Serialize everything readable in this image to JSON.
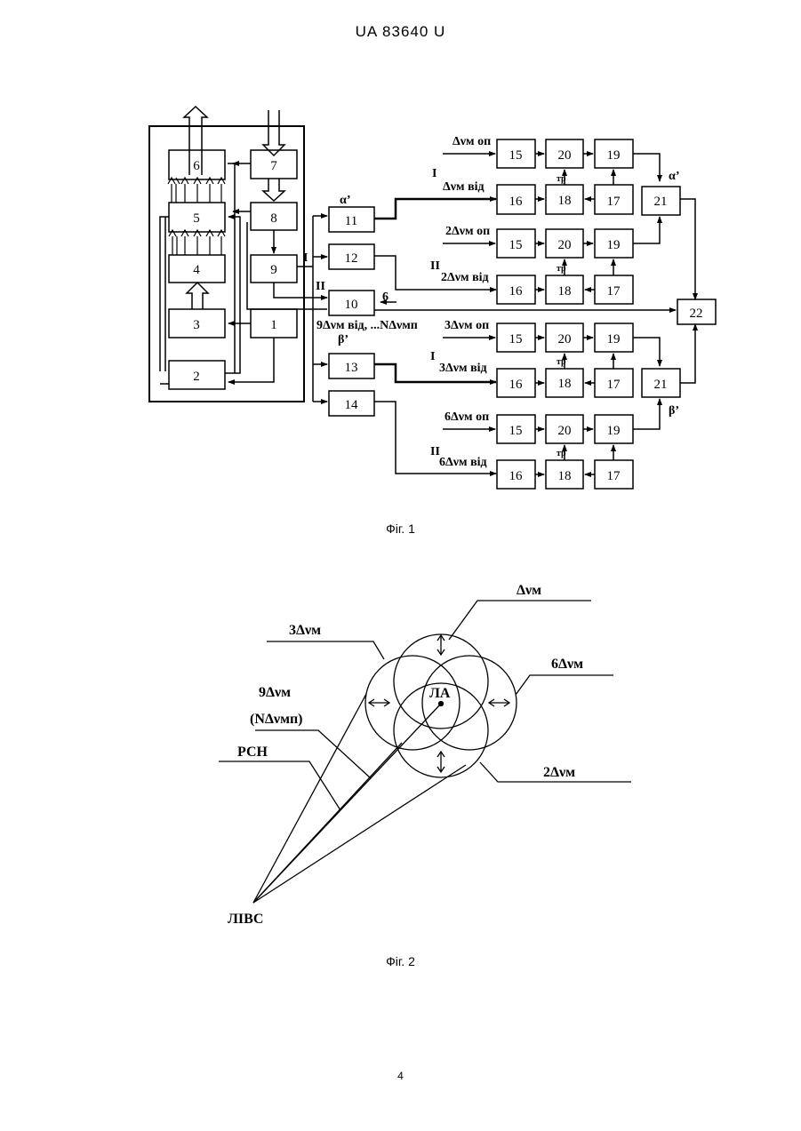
{
  "header": {
    "patent_number": "UA   83640   U"
  },
  "fig1": {
    "caption": "Фіг. 1",
    "blocks": [
      "1",
      "2",
      "3",
      "4",
      "5",
      "6",
      "7",
      "8",
      "9",
      "10",
      "11",
      "12",
      "13",
      "14",
      "15",
      "16",
      "17",
      "18",
      "19",
      "20",
      "21",
      "22"
    ],
    "labels": {
      "alpha": "α’",
      "beta": "β’",
      "alpha_top": "α’",
      "beta_low": "β’",
      "roman_I": "I",
      "roman_II": "II",
      "six_label": "6",
      "mid_label": "9Δνм від, ...NΔνмп",
      "tr": "тр",
      "row1_ref": "Δνм оп",
      "row1_meas": "Δνм від",
      "row2_ref": "2Δνм оп",
      "row2_meas": "2Δνм від",
      "row3_ref": "3Δνм оп",
      "row3_meas": "3Δνм від",
      "row4_ref": "6Δνм оп",
      "row4_meas": "6Δνм від",
      "row_I": "I",
      "row_II": "II"
    }
  },
  "fig2": {
    "caption": "Фіг. 2",
    "labels": {
      "dv": "Δνм",
      "three_dv": "3Δνм",
      "six_dv": "6Δνм",
      "nine_dv": "9Δνм",
      "n_dv": "(NΔνмп)",
      "two_dv": "2Δνм",
      "rsn": "РСН",
      "la": "ЛА",
      "libs": "ЛІВС"
    }
  },
  "page_number": "4"
}
